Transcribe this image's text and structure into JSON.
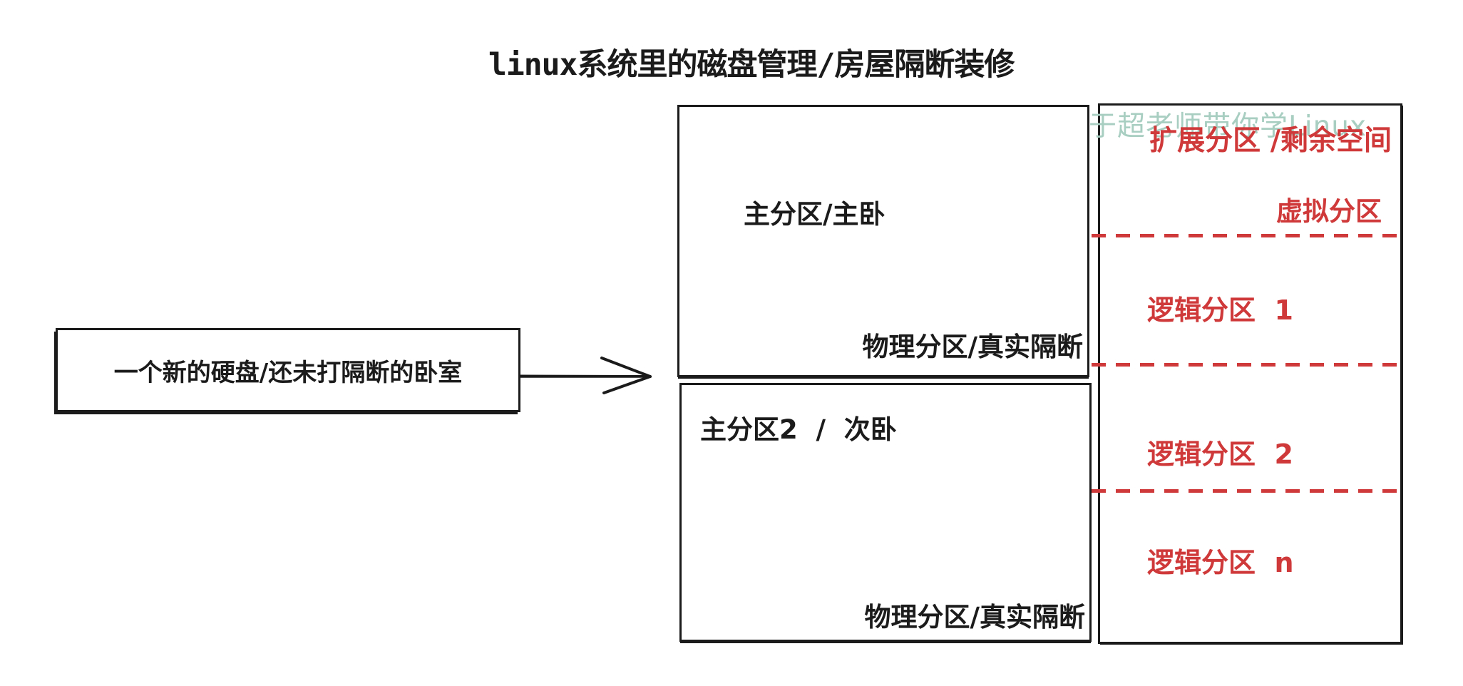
{
  "title": "linux系统里的磁盘管理/房屋隔断装修",
  "watermark": "于超老师带你学Linux",
  "colors": {
    "ink": "#1b1b1b",
    "red": "#d03939",
    "watermark": "#a8cec1"
  },
  "disk": {
    "label": "一个新的硬盘/还未打隔断的卧室"
  },
  "partitions": {
    "primary1": {
      "label": "主分区/主卧",
      "type_label": "物理分区/真实隔断"
    },
    "primary2": {
      "label": "主分区2  /  次卧",
      "type_label": "物理分区/真实隔断"
    },
    "extended": {
      "title": "扩展分区 /剩余空间",
      "subtitle": "虚拟分区",
      "logical": [
        {
          "label": "逻辑分区  1"
        },
        {
          "label": "逻辑分区  2"
        },
        {
          "label": "逻辑分区  n"
        }
      ]
    }
  }
}
